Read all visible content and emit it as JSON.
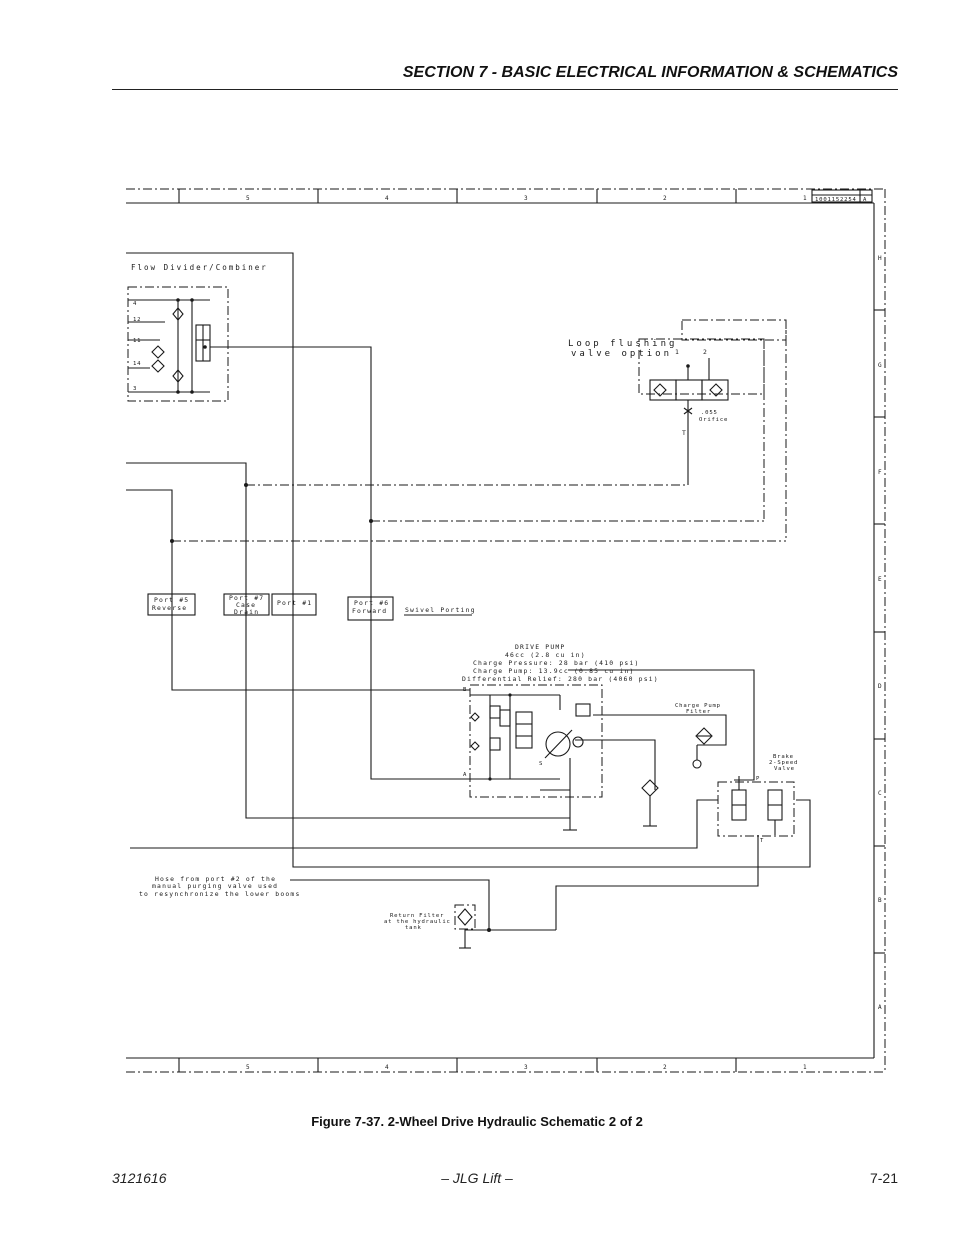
{
  "header": {
    "section_title": "SECTION 7 - BASIC ELECTRICAL INFORMATION & SCHEMATICS"
  },
  "figure": {
    "caption": "Figure 7-37.  2-Wheel Drive Hydraulic Schematic 2 of 2"
  },
  "footer": {
    "doc_number": "3121616",
    "publisher": "– JLG Lift –",
    "page_number": "7-21"
  },
  "schematic": {
    "title_block": {
      "number": "1001152254",
      "rev": "A"
    },
    "zones_top": [
      "5",
      "4",
      "3",
      "2",
      "1"
    ],
    "zones_bottom": [
      "5",
      "4",
      "3",
      "2",
      "1"
    ],
    "zones_side": [
      "H",
      "G",
      "F",
      "E",
      "D",
      "C",
      "B",
      "A"
    ],
    "flow_divider": {
      "title": "Flow Divider/Combiner",
      "ports": [
        "4",
        "12",
        "11",
        "14",
        "3"
      ]
    },
    "loop_flushing": {
      "title_line1": "Loop flushing",
      "title_line2": "valve option",
      "port1": "1",
      "port2": "2",
      "orifice_size": ".055",
      "orifice_label": "Orifice",
      "port_t": "T"
    },
    "ports": {
      "reverse_line1": "Port #5",
      "reverse_line2": "Reverse",
      "case_line1": "Port #7",
      "case_line2": "Case",
      "case_line3": "Drain",
      "port1": "Port #1",
      "forward_line1": "Port #6",
      "forward_line2": "Forward",
      "swivel": "Swivel Porting"
    },
    "drive_pump": {
      "title": "DRIVE PUMP",
      "displacement": "46cc (2.8 cu in)",
      "charge_pressure": "Charge Pressure: 28 bar (410 psi)",
      "charge_pump": "Charge Pump: 13.9cc (0.85 cu in)",
      "relief": "Differential Relief: 280 bar (4060 psi)",
      "port_b": "B",
      "port_a": "A",
      "port_s": "S"
    },
    "charge_pump_filter": {
      "line1": "Charge Pump",
      "line2": "Filter"
    },
    "brake_valve": {
      "line1": "Brake",
      "line2": "2-Speed",
      "line3": "Valve",
      "port_p": "P",
      "port_t": "T"
    },
    "hose_note": {
      "line1": "Hose from port #2 of the",
      "line2": "manual purging valve used",
      "line3": "to resynchronize the lower booms"
    },
    "return_filter": {
      "line1": "Return Filter",
      "line2": "at the hydraulic",
      "line3": "tank"
    }
  }
}
